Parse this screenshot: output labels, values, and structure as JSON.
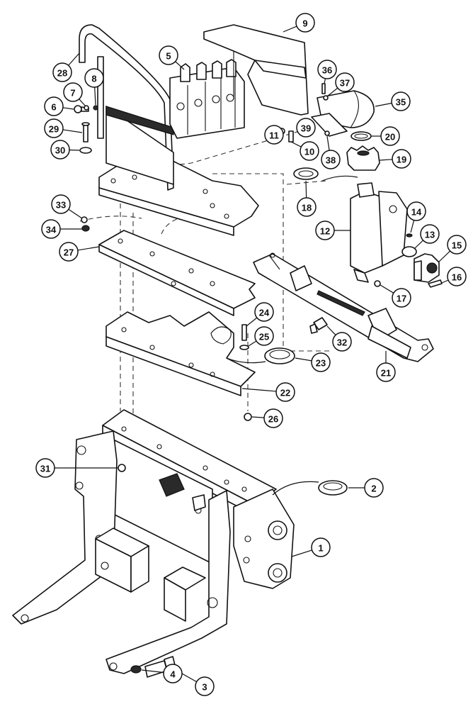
{
  "diagram": {
    "type": "exploded-parts-diagram",
    "callouts": [
      {
        "id": "c1",
        "label": "1"
      },
      {
        "id": "c2",
        "label": "2"
      },
      {
        "id": "c3",
        "label": "3"
      },
      {
        "id": "c4",
        "label": "4"
      },
      {
        "id": "c5",
        "label": "5"
      },
      {
        "id": "c6",
        "label": "6"
      },
      {
        "id": "c7",
        "label": "7"
      },
      {
        "id": "c8",
        "label": "8"
      },
      {
        "id": "c9",
        "label": "9"
      },
      {
        "id": "c10",
        "label": "10"
      },
      {
        "id": "c11",
        "label": "11"
      },
      {
        "id": "c12",
        "label": "12"
      },
      {
        "id": "c13",
        "label": "13"
      },
      {
        "id": "c14",
        "label": "14"
      },
      {
        "id": "c15",
        "label": "15"
      },
      {
        "id": "c16",
        "label": "16"
      },
      {
        "id": "c17",
        "label": "17"
      },
      {
        "id": "c18",
        "label": "18"
      },
      {
        "id": "c19",
        "label": "19"
      },
      {
        "id": "c20",
        "label": "20"
      },
      {
        "id": "c21",
        "label": "21"
      },
      {
        "id": "c22",
        "label": "22"
      },
      {
        "id": "c23",
        "label": "23"
      },
      {
        "id": "c24",
        "label": "24"
      },
      {
        "id": "c25",
        "label": "25"
      },
      {
        "id": "c26",
        "label": "26"
      },
      {
        "id": "c27",
        "label": "27"
      },
      {
        "id": "c28",
        "label": "28"
      },
      {
        "id": "c29",
        "label": "29"
      },
      {
        "id": "c30",
        "label": "30"
      },
      {
        "id": "c31",
        "label": "31"
      },
      {
        "id": "c32",
        "label": "32"
      },
      {
        "id": "c33",
        "label": "33"
      },
      {
        "id": "c34",
        "label": "34"
      },
      {
        "id": "c35",
        "label": "35"
      },
      {
        "id": "c36",
        "label": "36"
      },
      {
        "id": "c37",
        "label": "37"
      },
      {
        "id": "c38",
        "label": "38"
      },
      {
        "id": "c39",
        "label": "39"
      }
    ]
  }
}
